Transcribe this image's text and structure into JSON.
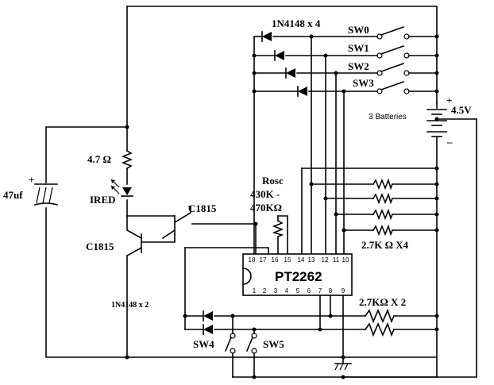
{
  "labels": {
    "diodes_top": "1N4148 x 4",
    "sw0": "SW0",
    "sw1": "SW1",
    "sw2": "SW2",
    "sw3": "SW3",
    "batteries": "3 Batteries",
    "voltage": "4.5V",
    "plus_battery": "+",
    "minus_battery": "–",
    "resistor_ired": "4.7 Ω",
    "ired": "IRED",
    "capacitor": "47uf",
    "plus_cap": "+",
    "transistor_upper": "C1815",
    "transistor_lower": "C1815",
    "rosc_1": "Rosc",
    "rosc_2": "430K -",
    "rosc_3": "470KΩ",
    "res_x4": "2.7K Ω  X4",
    "chip": "PT2262",
    "diodes_bottom": "1N4148 x 2",
    "res_x2": "2.7KΩ  X 2",
    "sw4": "SW4",
    "sw5": "SW5"
  },
  "chip_pins_top": [
    "18",
    "17",
    "16",
    "15",
    "14",
    "13",
    "12",
    "11",
    "10"
  ],
  "chip_pins_bottom": [
    "1",
    "2",
    "3",
    "4",
    "5",
    "6",
    "7",
    "8",
    "9"
  ]
}
